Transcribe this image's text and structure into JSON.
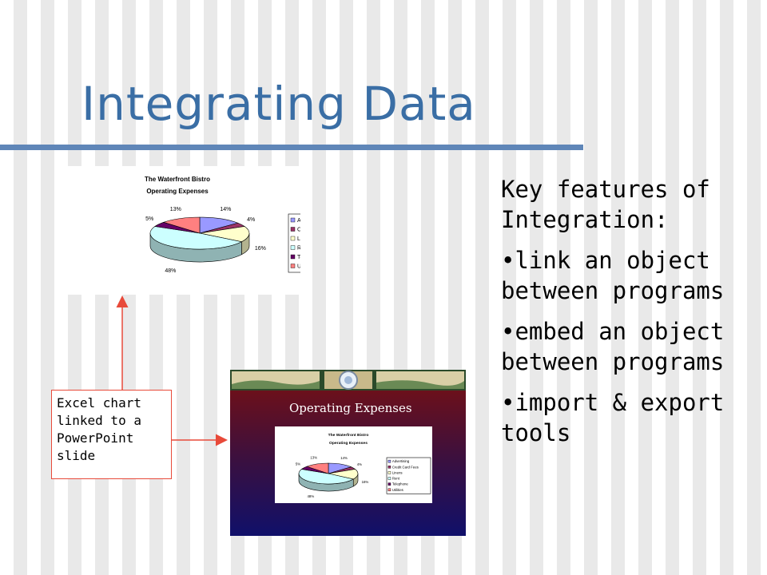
{
  "slide": {
    "title": "Integrating Data",
    "key_features": {
      "heading": "Key features of Integration:",
      "items": [
        "•link an object between programs",
        "•embed an object between programs",
        "•import & export tools"
      ]
    },
    "callout": {
      "lines": [
        "Excel chart",
        "linked to a",
        "PowerPoint",
        "slide"
      ]
    },
    "powerpoint_slide": {
      "title": "Operating Expenses"
    }
  },
  "colors": {
    "title": "#3a6ea5",
    "title_rule": "#5f86b8",
    "arrow": "#e84a3a",
    "pp_background_top": "#7a1010",
    "pp_background_bottom": "#10106a"
  },
  "chart_data": [
    {
      "type": "pie",
      "title": "The Waterfront Bistro",
      "subtitle": "Operating Expenses",
      "categories": [
        "Advertising",
        "Credit Card Fees",
        "Linens",
        "Rent",
        "Telephone",
        "Utilities"
      ],
      "values": [
        14,
        4,
        16,
        48,
        5,
        13
      ],
      "labels": [
        "14%",
        "4%",
        "16%",
        "48%",
        "5%",
        "13%"
      ],
      "colors": [
        "#9999ff",
        "#993366",
        "#ffffcc",
        "#ccffff",
        "#660066",
        "#ff8080"
      ],
      "legend": "right",
      "style": "3d"
    },
    {
      "type": "pie",
      "title": "The Waterfront Bistro",
      "subtitle": "Operating Expenses",
      "categories": [
        "Advertising",
        "Credit Card Fees",
        "Linens",
        "Rent",
        "Telephone",
        "Utilities"
      ],
      "values": [
        14,
        4,
        16,
        48,
        5,
        13
      ],
      "labels": [
        "14%",
        "4%",
        "16%",
        "48%",
        "5%",
        "13%"
      ],
      "colors": [
        "#9999ff",
        "#993366",
        "#ffffcc",
        "#ccffff",
        "#660066",
        "#ff8080"
      ],
      "legend": "right",
      "style": "3d"
    }
  ]
}
